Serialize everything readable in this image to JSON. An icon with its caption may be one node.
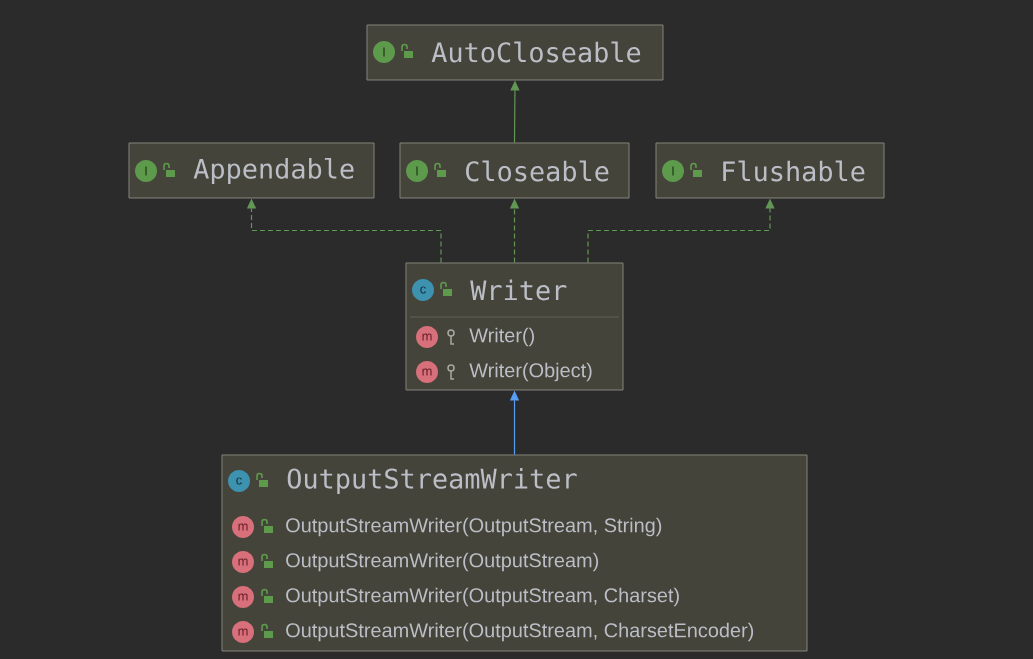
{
  "diagram": {
    "nodes": [
      {
        "text": [
          "I",
          "AutoCloseable"
        ]
      },
      {
        "text": [
          "I",
          "Appendable"
        ]
      },
      {
        "text": [
          "I",
          "Closeable"
        ]
      },
      {
        "text": [
          "I",
          "Flushable"
        ]
      },
      {
        "text": [
          "c",
          "Writer",
          "m",
          "Writer()",
          "m",
          "Writer(Object)"
        ]
      },
      {
        "text": [
          "c",
          "OutputStreamWriter",
          "m",
          "OutputStreamWriter(OutputStream, String)",
          "m",
          "OutputStreamWriter(OutputStream)",
          "m",
          "OutputStreamWriter(OutputStream, Charset)",
          "m",
          "OutputStreamWriter(OutputStream, CharsetEncoder)"
        ]
      }
    ],
    "edges": [
      {
        "from": 2,
        "to": 0,
        "arrow": "to"
      },
      {
        "from": 4,
        "to": 1,
        "arrow": "to",
        "style": "dashed"
      },
      {
        "from": 4,
        "to": 2,
        "arrow": "to",
        "style": "dashed"
      },
      {
        "from": 4,
        "to": 3,
        "arrow": "to",
        "style": "dashed"
      },
      {
        "from": 5,
        "to": 4,
        "arrow": "to",
        "color": "#589df6"
      }
    ]
  }
}
